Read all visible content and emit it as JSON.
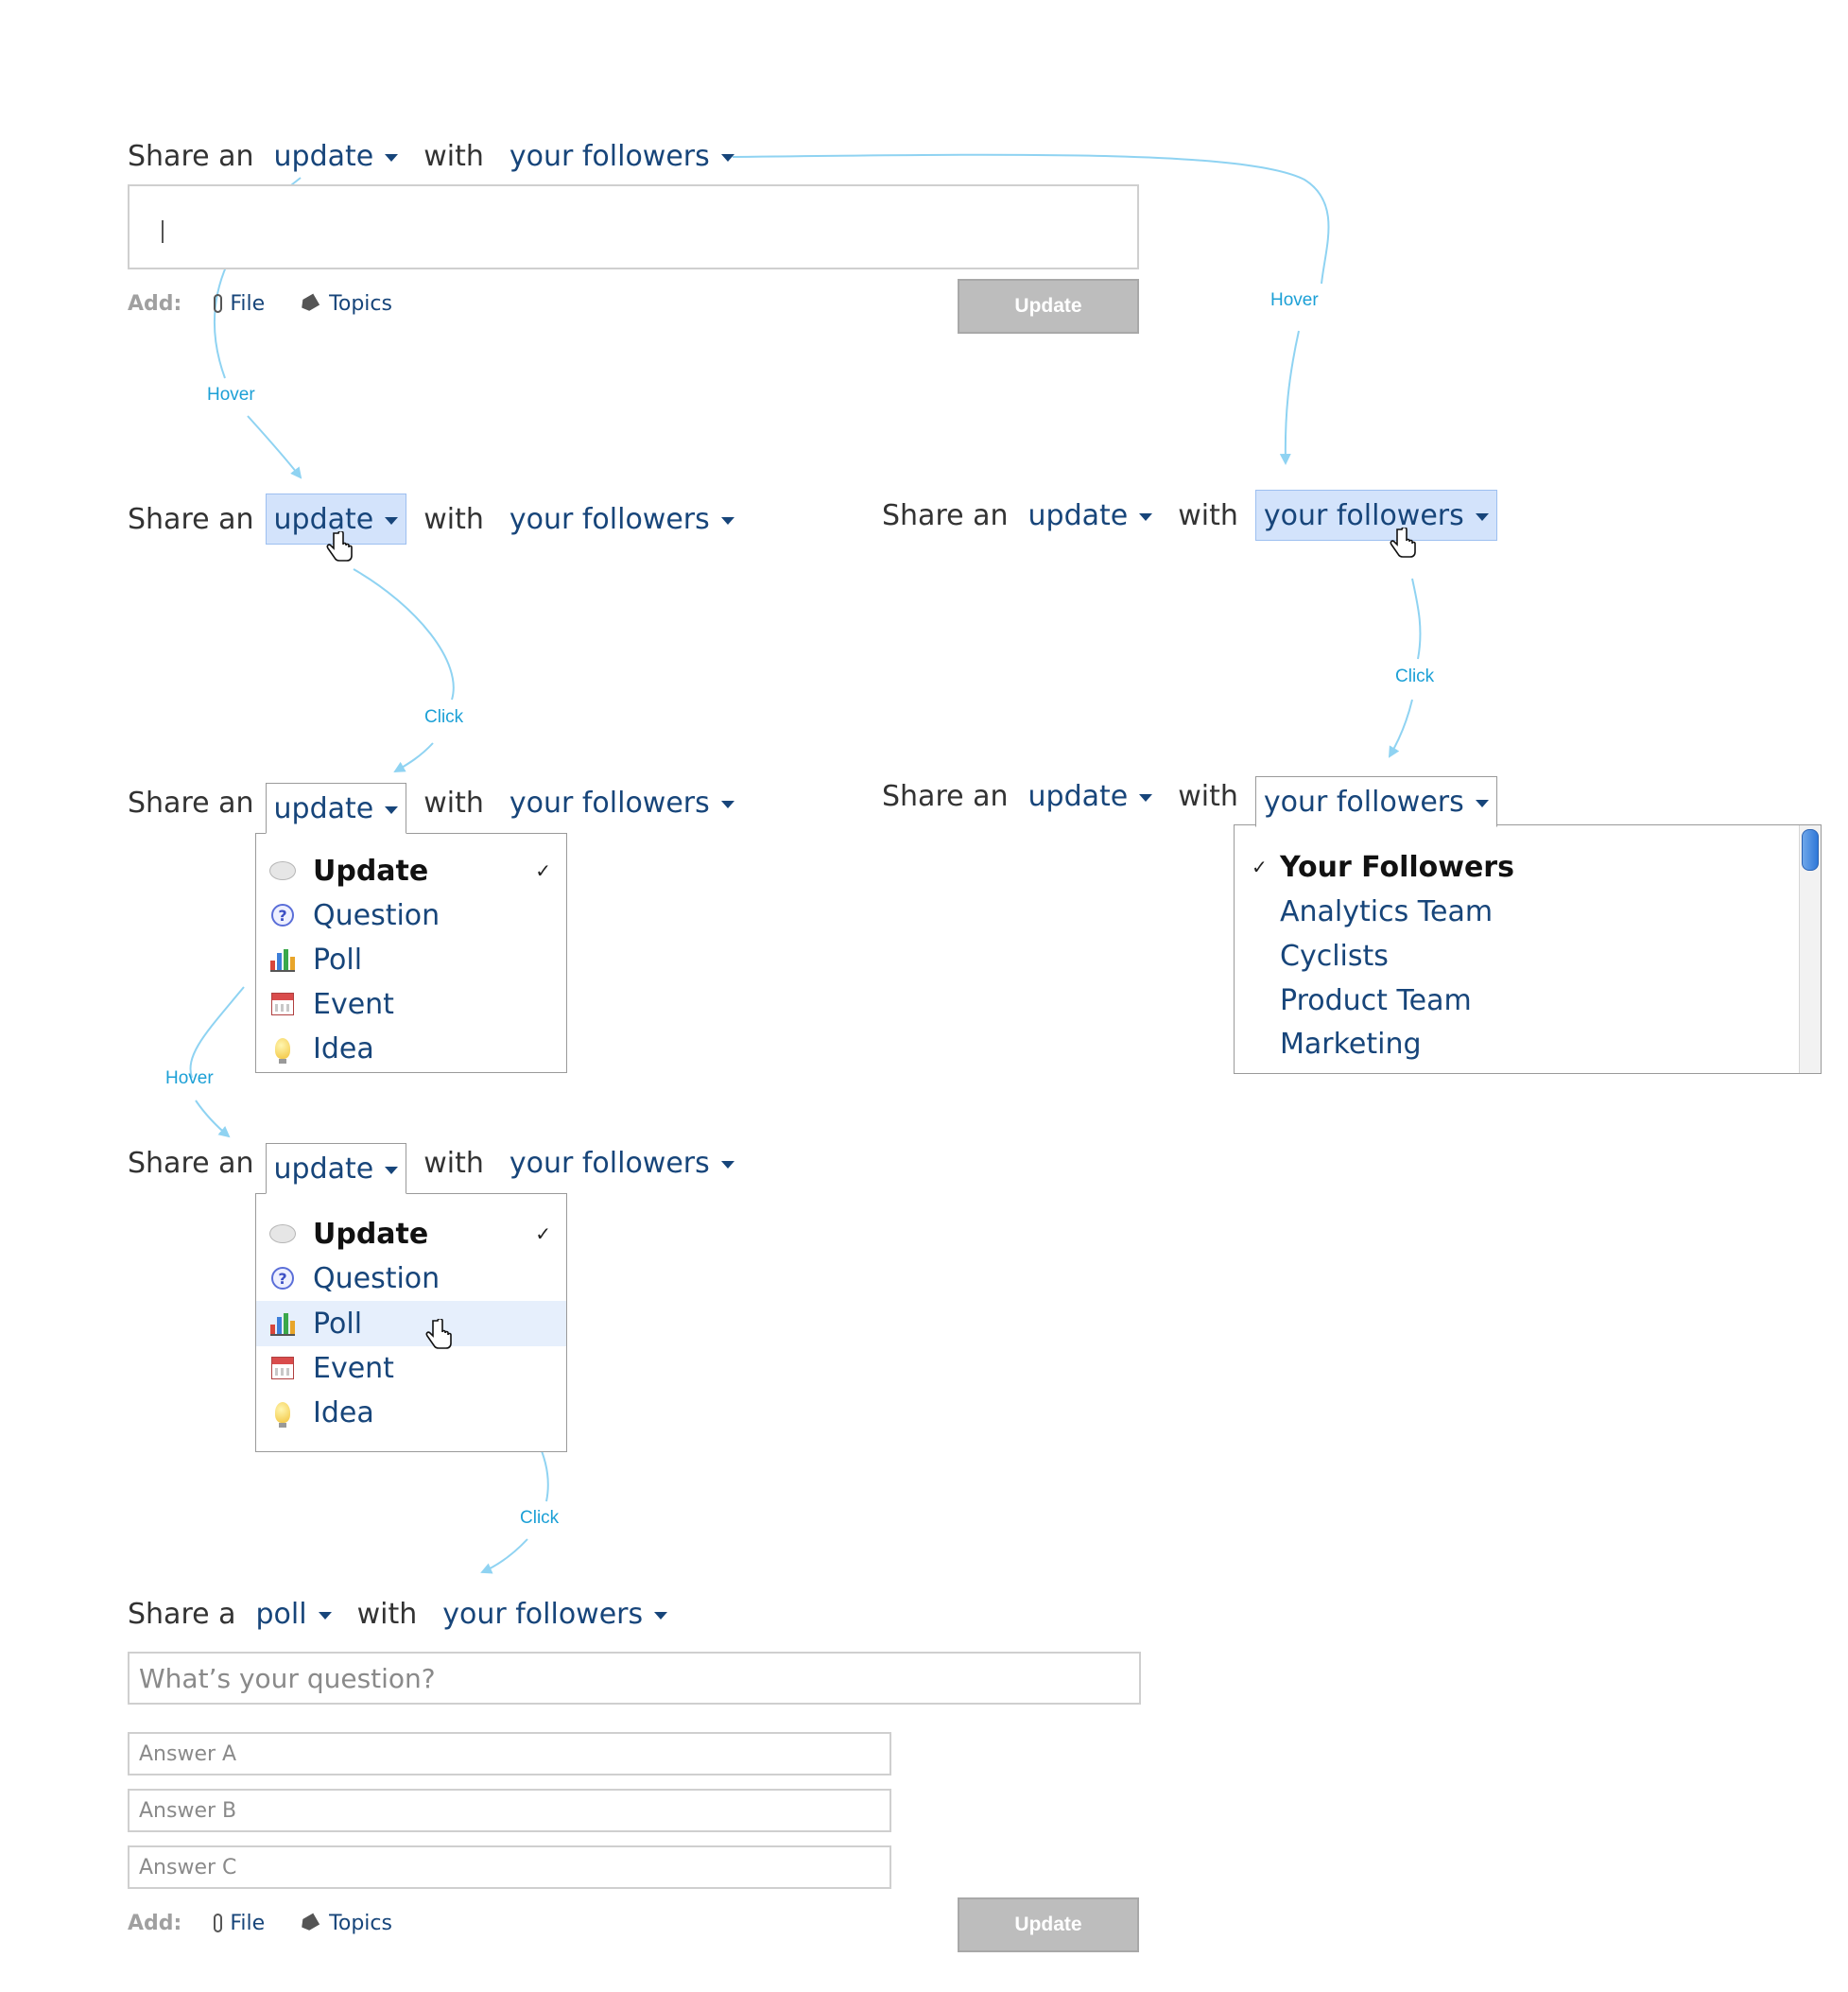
{
  "labels": {
    "share_an": "Share an",
    "share_a": "Share a",
    "with": "with",
    "add": "Add:",
    "file": "File",
    "topics": "Topics",
    "update_button": "Update"
  },
  "selectors": {
    "update": "update",
    "poll": "poll",
    "followers": "your followers"
  },
  "message_types": [
    {
      "label": "Update",
      "icon": "speech-bubble-icon",
      "selected": true
    },
    {
      "label": "Question",
      "icon": "question-icon",
      "selected": false
    },
    {
      "label": "Poll",
      "icon": "bar-chart-icon",
      "selected": false
    },
    {
      "label": "Event",
      "icon": "calendar-icon",
      "selected": false
    },
    {
      "label": "Idea",
      "icon": "lightbulb-icon",
      "selected": false
    }
  ],
  "check_mark": "✓",
  "groups": [
    {
      "label": "Your Followers",
      "selected": true
    },
    {
      "label": "Analytics Team",
      "selected": false
    },
    {
      "label": "Cyclists",
      "selected": false
    },
    {
      "label": "Product Team",
      "selected": false
    },
    {
      "label": "Marketing",
      "selected": false
    }
  ],
  "poll_form": {
    "question_placeholder": "What’s your question?",
    "answers": [
      "Answer A",
      "Answer B",
      "Answer C"
    ]
  },
  "annotations": {
    "hover": "Hover",
    "click": "Click"
  },
  "colors": {
    "link": "#17457a",
    "annotation": "#1ca0d6",
    "arrow": "#8fd3f2",
    "hover_bg": "#d3e3fb",
    "button_bg": "#bdbdbd"
  }
}
